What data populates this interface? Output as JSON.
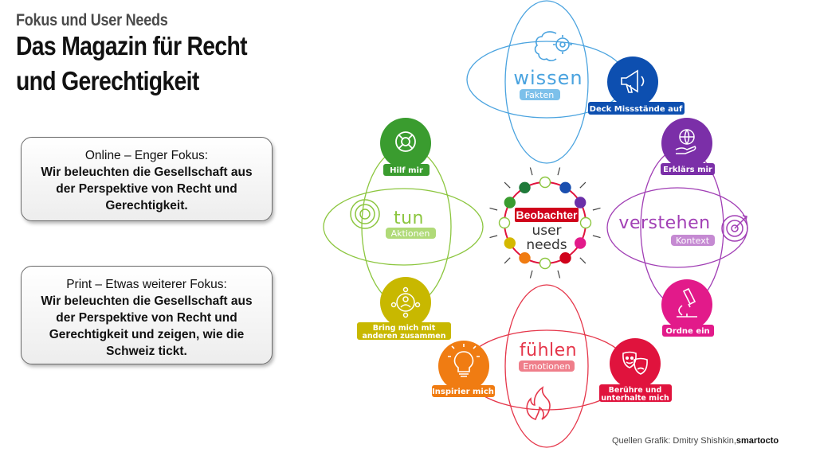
{
  "header": {
    "kicker": "Fokus und User Needs",
    "title_line1": "Das Magazin für Recht",
    "title_line2": "und Gerechtigkeit"
  },
  "boxes": [
    {
      "lead": "Online – Enger Fokus:",
      "body_lines": [
        "Wir beleuchten die Gesellschaft aus",
        "der Perspektive von Recht und",
        "Gerechtigkeit."
      ]
    },
    {
      "lead": "Print – Etwas weiterer Fokus:",
      "body_lines": [
        "Wir beleuchten die Gesellschaft aus",
        "der Perspektive von Recht und",
        "Gerechtigkeit und zeigen, wie die",
        "Schweiz tickt."
      ]
    }
  ],
  "diagram": {
    "center": {
      "brand": "Beobachter",
      "line1": "user",
      "line2": "needs",
      "brand_color": "#d0021b"
    },
    "ellipses": [
      {
        "id": "wissen",
        "word": "wissen",
        "tag": "Fakten",
        "color": "#4aa3df",
        "icon": "brain-gear-icon"
      },
      {
        "id": "verstehen",
        "word": "verstehen",
        "tag": "Kontext",
        "color": "#a13fb5",
        "icon": "target-icon"
      },
      {
        "id": "fuehlen",
        "word": "fühlen",
        "tag": "Emotionen",
        "color": "#e5364a",
        "icon": "flame-icon"
      },
      {
        "id": "tun",
        "word": "tun",
        "tag": "Aktionen",
        "color": "#8cc63f",
        "icon": "ripple-icon"
      }
    ],
    "needs": [
      {
        "id": "deck",
        "label": [
          "Deck Missstände auf"
        ],
        "color": "#0d4fb0",
        "icon": "megaphone-icon"
      },
      {
        "id": "erklaers",
        "label": [
          "Erklärs mir"
        ],
        "color": "#7b2fa8",
        "icon": "globe-hand-icon"
      },
      {
        "id": "ordne",
        "label": [
          "Ordne ein"
        ],
        "color": "#e21a8a",
        "icon": "microscope-icon"
      },
      {
        "id": "beruehre",
        "label": [
          "Berühre und",
          "unterhalte mich"
        ],
        "color": "#e0133d",
        "icon": "theater-masks-icon"
      },
      {
        "id": "inspirier",
        "label": [
          "Inspirier mich"
        ],
        "color": "#f07c12",
        "icon": "lightbulb-icon"
      },
      {
        "id": "bring",
        "label": [
          "Bring mich mit",
          "anderen zusammen"
        ],
        "color": "#c8b800",
        "icon": "people-network-icon"
      },
      {
        "id": "hilf",
        "label": [
          "Hilf mir"
        ],
        "color": "#3a9c2f",
        "icon": "lifebuoy-icon"
      }
    ],
    "ring_dots": [
      "#ffffff",
      "#1a4faf",
      "#6b2fa8",
      "#ffffff",
      "#e21a8a",
      "#d0021b",
      "#ffffff",
      "#f07c12",
      "#d4b800",
      "#ffffff",
      "#3a9c2f",
      "#1f7a3a"
    ]
  },
  "footer": {
    "source": "Quellen Grafik: Dmitry Shishkin,",
    "brand": "smartocto"
  }
}
